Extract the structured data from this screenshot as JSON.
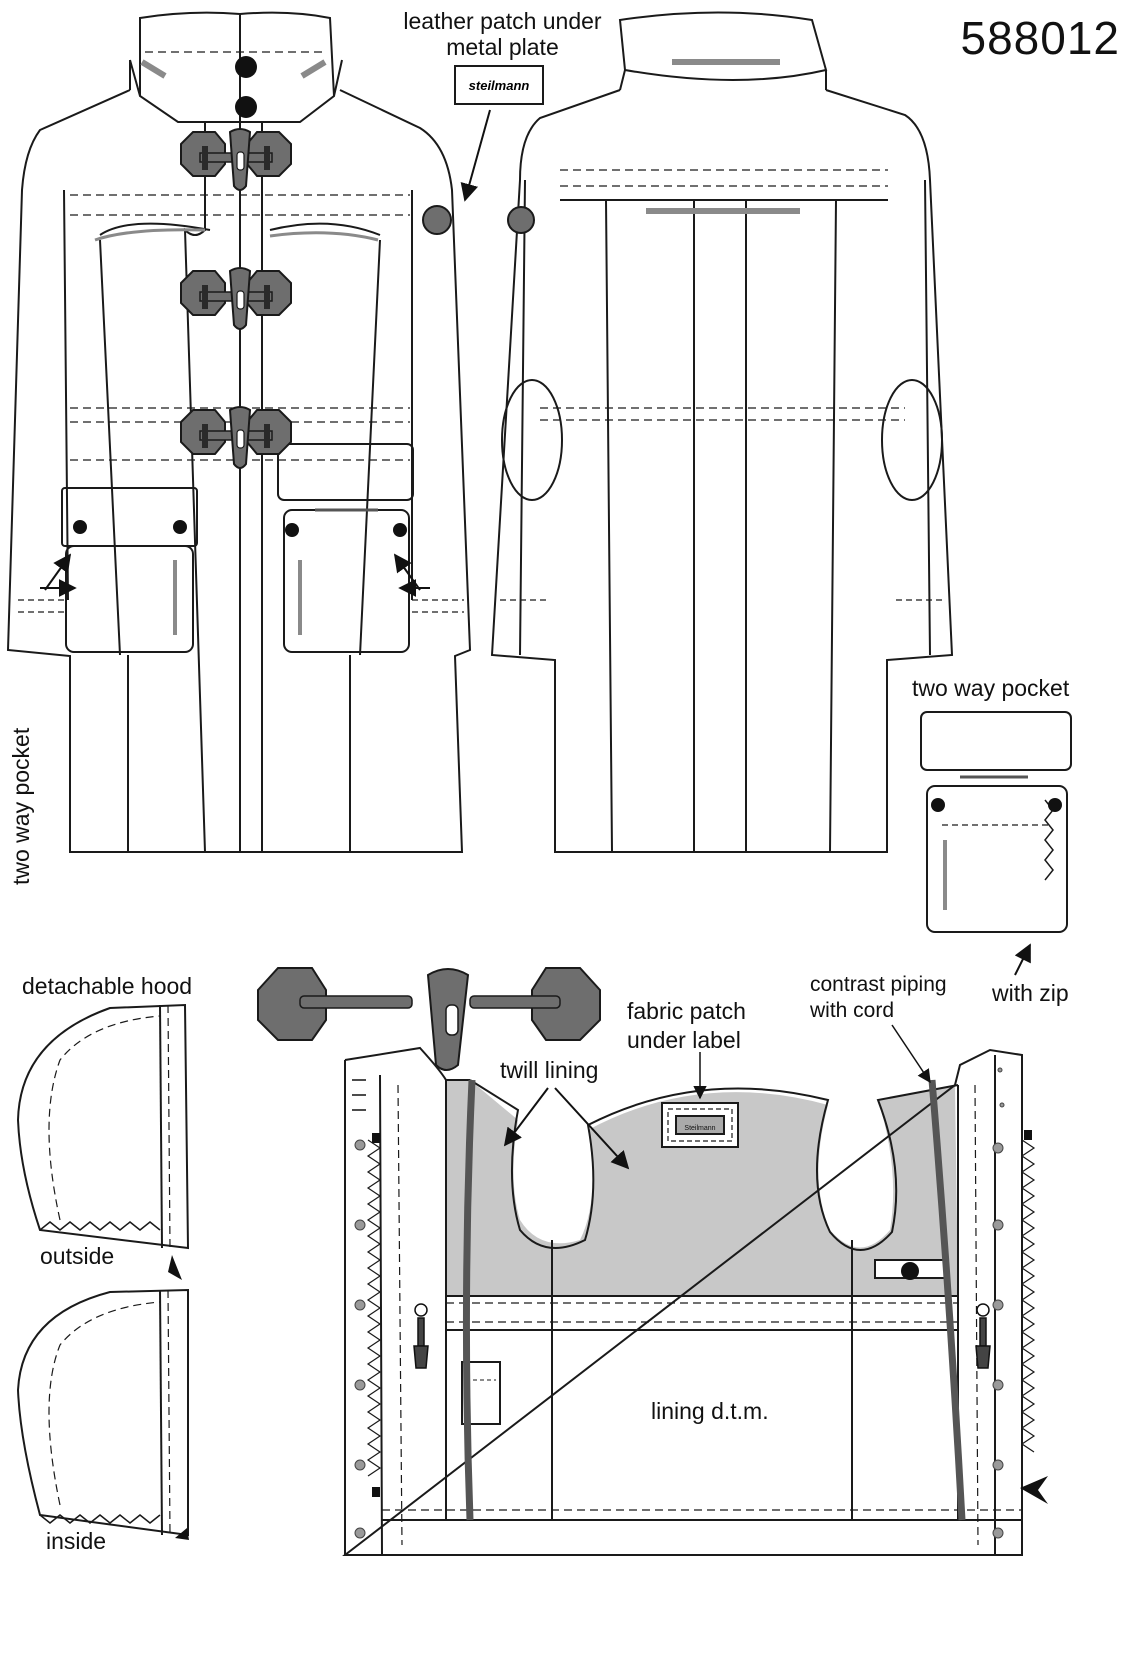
{
  "style_number": "588012",
  "labels": {
    "leather_patch_line1": "leather patch under",
    "leather_patch_line2": "metal plate",
    "brand_plate": "steilmann",
    "two_way_pocket_vertical": "two way pocket",
    "two_way_pocket": "two way pocket",
    "with_zip": "with zip",
    "detachable_hood": "detachable hood",
    "outside": "outside",
    "inside": "inside",
    "fabric_patch_line1": "fabric patch",
    "fabric_patch_line2": "under label",
    "twill_lining": "twill  lining",
    "contrast_piping_line1": "contrast piping",
    "contrast_piping_line2": "with cord",
    "lining_dtm": "lining d.t.m.",
    "label_small": "Steilmann"
  },
  "colors": {
    "stroke": "#1a1a1a",
    "toggle_fill": "#6e6e6e",
    "lining_fill": "#c8c8c8",
    "piping": "#555555",
    "accent_bar": "#8a8a8a"
  }
}
